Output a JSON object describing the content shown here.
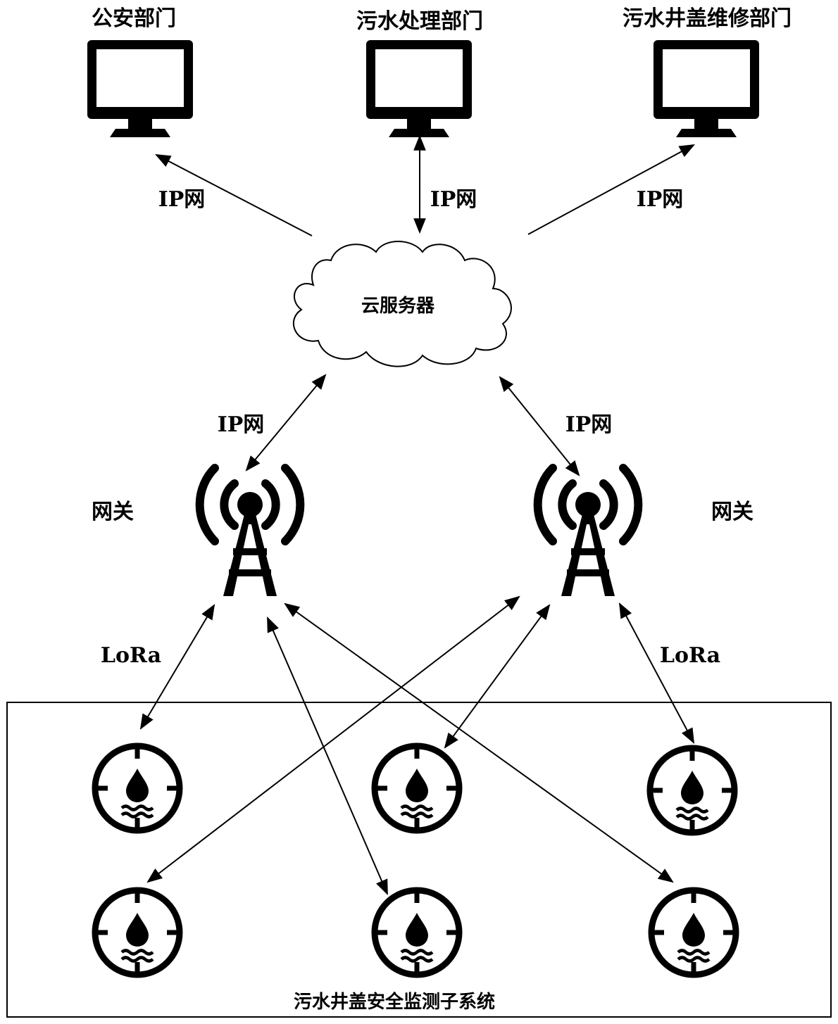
{
  "departments": {
    "police": "公安部门",
    "sewage_treatment": "污水处理部门",
    "manhole_repair": "污水井盖维修部门"
  },
  "network_labels": {
    "ip_left_top": "IP网",
    "ip_center_top": "IP网",
    "ip_right_top": "IP网",
    "ip_left_mid": "IP网",
    "ip_right_mid": "IP网",
    "lora_left": "LoRa",
    "lora_right": "LoRa"
  },
  "cloud_server": "云服务器",
  "gateways": {
    "left": "网关",
    "right": "网关"
  },
  "subsystem_title": "污水井盖安全监测子系统",
  "icons": {
    "computer": "monitor-icon",
    "cloud": "cloud-icon",
    "gateway": "antenna-tower-icon",
    "sensor": "manhole-sensor-icon"
  },
  "colors": {
    "foreground": "#000000",
    "background": "#ffffff"
  }
}
